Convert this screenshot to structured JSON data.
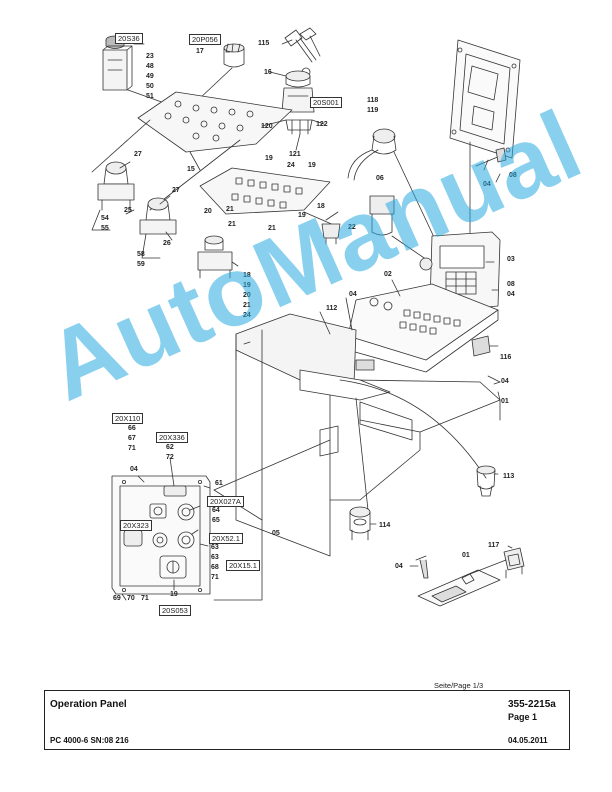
{
  "watermark": "AutoManual",
  "page_ref": "Seite/Page 1/3",
  "title_block": {
    "title": "Operation Panel",
    "doc_number": "355-2215a",
    "page": "Page 1",
    "model": "PC 4000-6 SN:08 216",
    "date": "04.05.2011"
  },
  "box_labels": {
    "b20s36": "20S36",
    "b20p056": "20P056",
    "b20s001": "20S001",
    "b20x110": "20X110",
    "b20x336": "20X336",
    "b20x027a": "20X027A",
    "b20x323": "20X323",
    "b20x521": "20X52.1",
    "b20x151": "20X15.1",
    "b20s053": "20S053"
  },
  "stacks": {
    "s_23": [
      "23",
      "48",
      "49",
      "50",
      "51"
    ],
    "s_118": [
      "118",
      "119"
    ],
    "s_54": [
      "54",
      "55"
    ],
    "s_58": [
      "58",
      "59"
    ],
    "s_18": [
      "18",
      "19",
      "20",
      "21",
      "24"
    ],
    "s_0804": [
      "08",
      "04"
    ],
    "s_66": [
      "66",
      "67",
      "71"
    ],
    "s_62": [
      "62",
      "72"
    ],
    "s_64": [
      "64",
      "65"
    ],
    "s_63": [
      "63",
      "68",
      "71"
    ]
  },
  "labels": {
    "l_17": "17",
    "l_115": "115",
    "l_16": "16",
    "l_120": "120",
    "l_122": "122",
    "l_121": "121",
    "l_15": "15",
    "l_27a": "27",
    "l_25": "25",
    "l_27b": "27",
    "l_26": "26",
    "l_19a": "19",
    "l_24": "24",
    "l_19b": "19",
    "l_20": "20",
    "l_21a": "21",
    "l_18a": "18",
    "l_19c": "19",
    "l_21b": "21",
    "l_21c": "21",
    "l_22": "22",
    "l_06": "06",
    "l_04a": "04",
    "l_08": "08",
    "l_03": "03",
    "l_02": "02",
    "l_04b": "04",
    "l_112": "112",
    "l_116": "116",
    "l_04c": "04",
    "l_01a": "01",
    "l_04d": "04",
    "l_61": "61",
    "l_05": "05",
    "l_63b": "63",
    "l_19d": "19",
    "l_69": "69",
    "l_70": "70",
    "l_71": "71",
    "l_113": "113",
    "l_114": "114",
    "l_117": "117",
    "l_01b": "01",
    "l_04e": "04"
  }
}
